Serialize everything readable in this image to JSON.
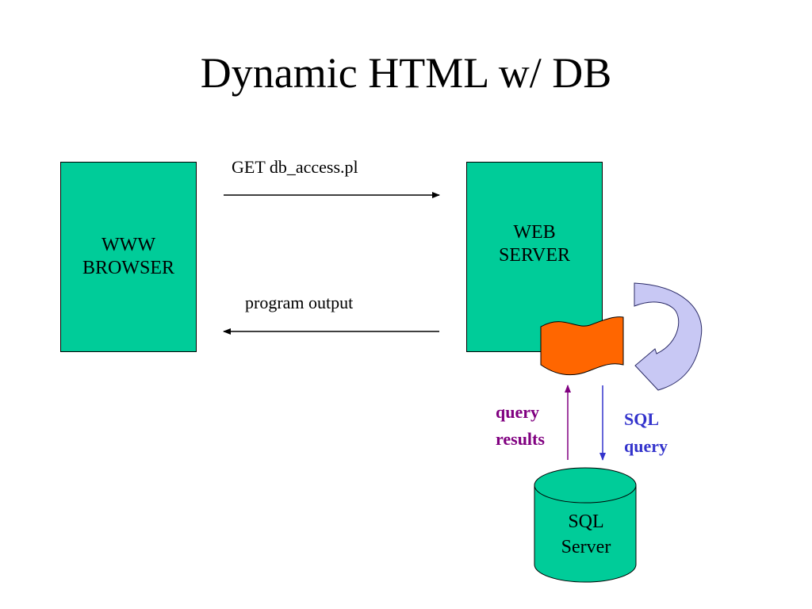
{
  "slide": {
    "title": "Dynamic HTML w/ DB"
  },
  "browser": {
    "line1": "WWW",
    "line2": "BROWSER"
  },
  "server": {
    "line1": "WEB",
    "line2": "SERVER"
  },
  "request": {
    "label": "GET db_access.pl"
  },
  "response": {
    "label": "program output"
  },
  "query_results": {
    "line1": "query",
    "line2": "results",
    "color": "#800080"
  },
  "sql_query": {
    "line1": "SQL",
    "line2": "query",
    "color": "#3333cc"
  },
  "database": {
    "line1": "SQL",
    "line2": "Server"
  },
  "colors": {
    "box_fill": "#00cc99",
    "script_fill": "#ff6600",
    "curved_arrow_fill": "#c8c8f4"
  }
}
